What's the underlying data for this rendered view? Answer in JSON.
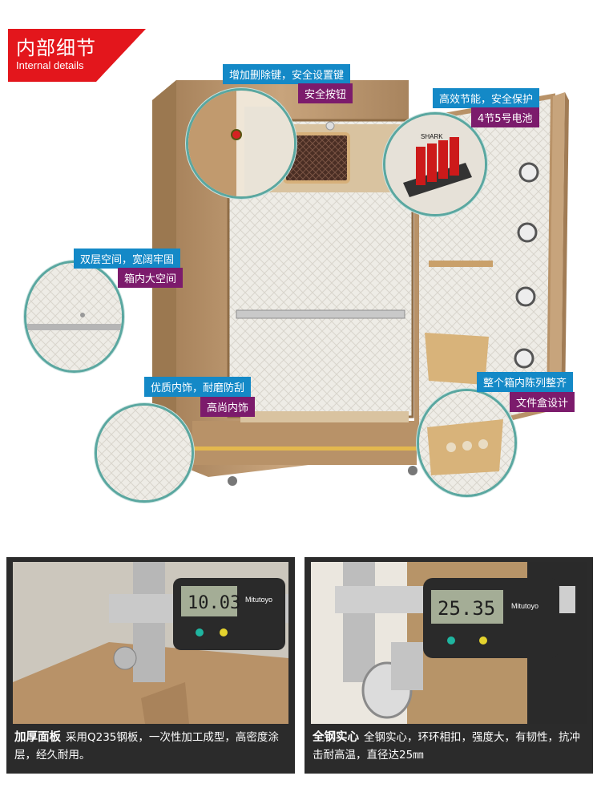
{
  "header": {
    "title_cn": "内部细节",
    "title_en": "Internal details"
  },
  "callouts": {
    "top_left": {
      "line1": "增加删除键，安全设置键",
      "line2": "安全按钮"
    },
    "top_right": {
      "line1": "高效节能，安全保护",
      "line2": "4节5号电池"
    },
    "mid_left": {
      "line1": "双层空间，宽阔牢固",
      "line2": "箱内大空间"
    },
    "low_left": {
      "line1": "优质内饰，耐磨防刮",
      "line2": "高尚内饰"
    },
    "low_right": {
      "line1": "整个箱内陈列整齐",
      "line2": "文件盒设计"
    }
  },
  "caliper_left": {
    "reading": "10.03",
    "brand": "Mitutoyo",
    "heading": "加厚面板",
    "text": "采用Q235钢板，一次性加工成型，高密度涂层，经久耐用。"
  },
  "caliper_right": {
    "reading": "25.35",
    "brand": "Mitutoyo",
    "heading": "全钢实心",
    "text": "全钢实心，环环相扣，强度大，有韧性，抗冲击耐高温，直径达25㎜"
  },
  "battery_brand": "SHARK",
  "colors": {
    "banner_red": "#e3161c",
    "callout_blue": "#1489c7",
    "callout_purple": "#7c1b6c",
    "safe_gold": "#b89268",
    "circle_border": "#5aa7a0"
  }
}
